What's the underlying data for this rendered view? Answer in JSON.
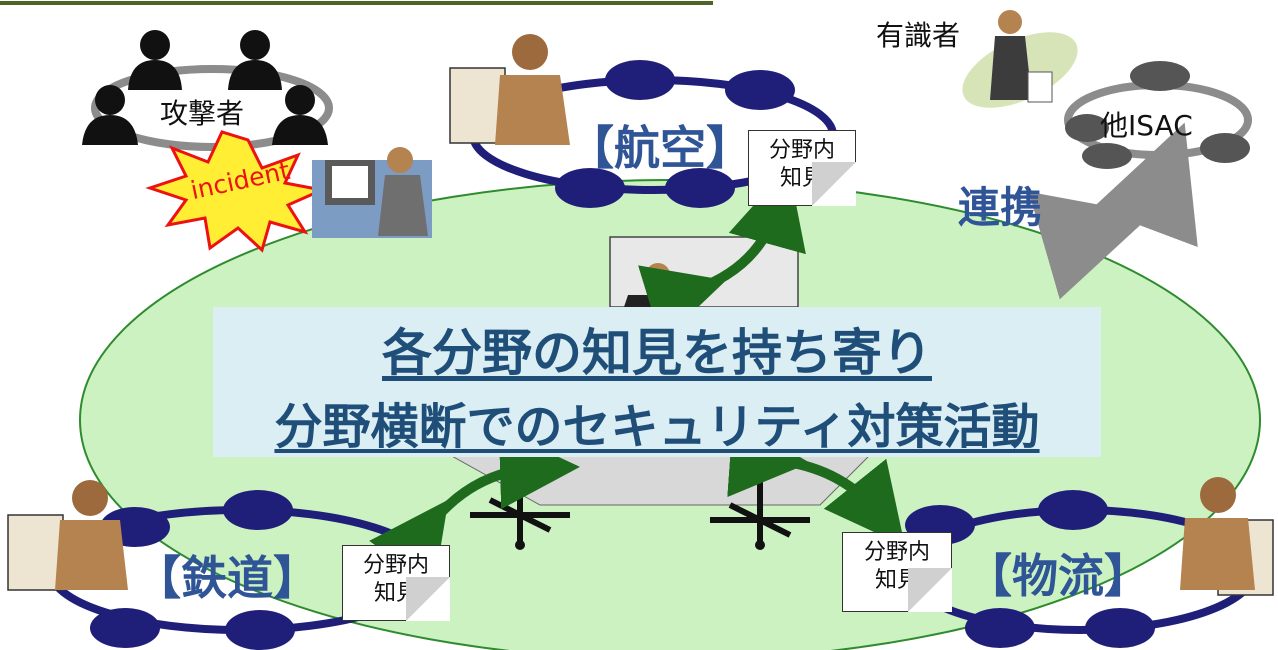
{
  "attacker_label": "攻撃者",
  "incident_label": "incident",
  "expert_label": "有識者",
  "other_isac_label": "他ISAC",
  "cooperation_label": "連携",
  "sector_aviation": "【航空】",
  "sector_railway": "【鉄道】",
  "sector_logistics": "【物流】",
  "knowledge_note": {
    "line1": "分野内",
    "line2": "知見"
  },
  "headline": {
    "line1": "各分野の知見を持ち寄り",
    "line2": "分野横断でのセキュリティ対策活動"
  },
  "colors": {
    "ellipse_fill": "#CCF2C2",
    "ellipse_stroke": "#2E8B2E",
    "ring_navy": "#1F1F7A",
    "ring_gray": "#8C8C8C",
    "arrow_green": "#1E6B1E",
    "arrow_gray": "#8C8C8C",
    "sector_text": "#2F5597",
    "headline_text": "#1F4E79",
    "banner_bg": "#DAEEF3"
  }
}
